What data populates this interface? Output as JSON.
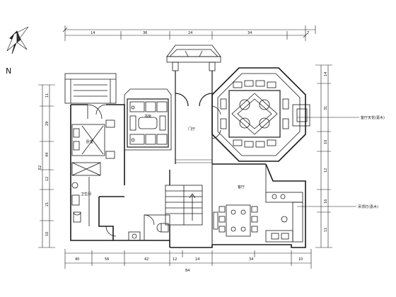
{
  "compass": {
    "north_label": "N"
  },
  "dimensions": {
    "top_segments": [
      "14",
      "36",
      "24",
      "34",
      "7"
    ],
    "bottom_segments": [
      "40",
      "56",
      "42",
      "12",
      "14",
      "34",
      "10"
    ],
    "left_segments": [
      "11",
      "29",
      "44",
      "12",
      "21",
      "10"
    ],
    "right_segments": [
      "14",
      "31",
      "10",
      "12",
      "16",
      "11"
    ],
    "overall_left": "52",
    "overall_bottom": "84"
  },
  "rooms": {
    "bedroom": "卧室",
    "study": "书房",
    "hall": "门厅",
    "living": "客厅",
    "bath": "卫生间"
  },
  "callouts": [
    {
      "text": "客厅天花(嘉木)"
    },
    {
      "text": "吊顶灯(嘉木)"
    }
  ],
  "colors": {
    "line": "#1a1a1a",
    "paper": "#ffffff"
  }
}
